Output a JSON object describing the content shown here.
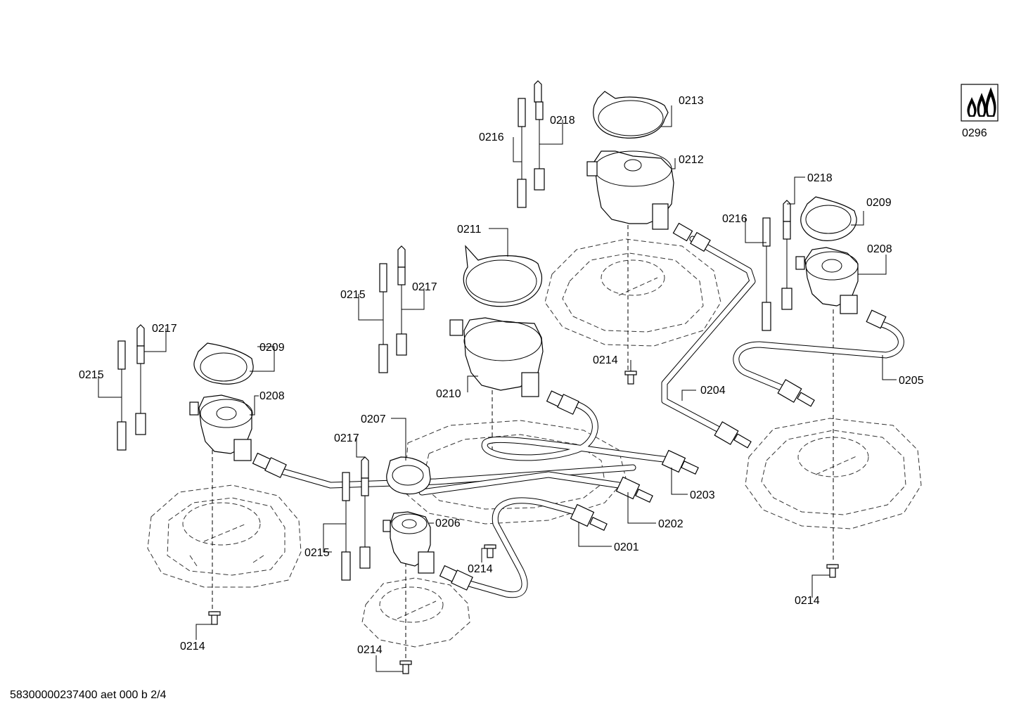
{
  "footer": "58300000237400 aet 000 b 2/4",
  "legend_icon": {
    "name": "gas-flame-icon",
    "label": "0296"
  },
  "labels": {
    "l0213": "0213",
    "l0212": "0212",
    "l0216a": "0216",
    "l0218a": "0218",
    "l0211": "0211",
    "l0215a": "0215",
    "l0217a": "0217",
    "l0218b": "0218",
    "l0209a": "0209",
    "l0216b": "0216",
    "l0208a": "0208",
    "l0215b": "0215",
    "l0217b": "0217",
    "l0209b": "0209",
    "l0208b": "0208",
    "l0210": "0210",
    "l0214a": "0214",
    "l0204": "0204",
    "l0205": "0205",
    "l0207": "0207",
    "l0217c": "0217",
    "l0206": "0206",
    "l0203": "0203",
    "l0202": "0202",
    "l0201": "0201",
    "l0214b": "0214",
    "l0215c": "0215",
    "l0214c": "0214",
    "l0214d": "0214",
    "l0214e": "0214"
  }
}
